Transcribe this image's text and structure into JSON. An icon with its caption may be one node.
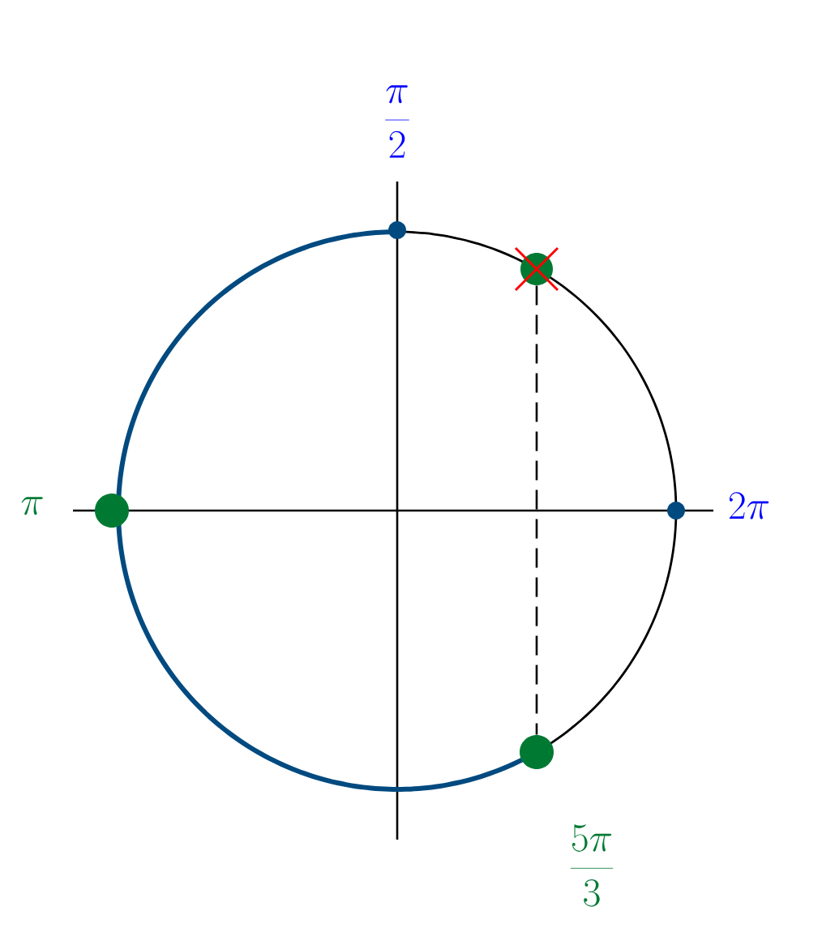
{
  "diagram": {
    "nodes": [
      {
        "text": [],
        "shape": "circle",
        "beside": [
          "\\frac{\\pi}{2}"
        ]
      },
      {
        "text": [],
        "shape": "circle"
      },
      {
        "text": [],
        "shape": "circle",
        "beside": [
          "\\pi"
        ]
      },
      {
        "text": [],
        "shape": "circle",
        "beside": [
          "2\\pi"
        ]
      },
      {
        "text": [],
        "shape": "circle",
        "beside": [
          "\\frac{5\\pi}{3}"
        ]
      }
    ],
    "edges": [
      {
        "from": 1,
        "to": 4,
        "arrow": "none",
        "style": "dashed"
      }
    ]
  }
}
